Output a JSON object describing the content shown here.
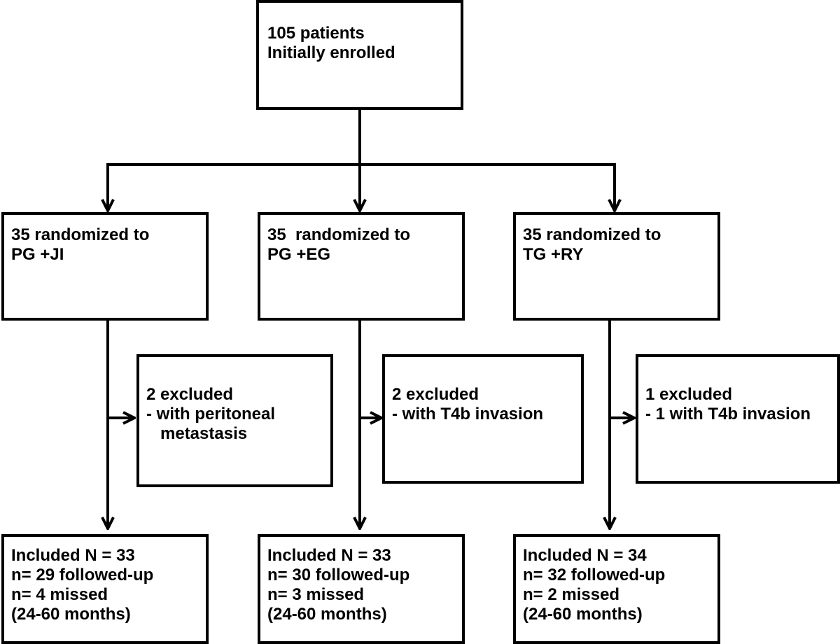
{
  "nodes": {
    "enrolled": {
      "lines": [
        "105 patients",
        "Initially enrolled"
      ]
    },
    "arm_pg_ji": {
      "lines": [
        "35 randomized to",
        "PG +JI"
      ]
    },
    "arm_pg_eg": {
      "lines": [
        "35  randomized to",
        "PG +EG"
      ]
    },
    "arm_tg_ry": {
      "lines": [
        "35 randomized to",
        "TG +RY"
      ]
    },
    "excluded_pg_ji": {
      "lines": [
        "2 excluded",
        "- with peritoneal",
        "   metastasis"
      ]
    },
    "excluded_pg_eg": {
      "lines": [
        "2 excluded",
        "- with T4b invasion"
      ]
    },
    "excluded_tg_ry": {
      "lines": [
        "1 excluded",
        "- 1 with T4b invasion"
      ]
    },
    "included_pg_ji": {
      "lines": [
        "Included N = 33",
        "n= 29 followed-up",
        "n= 4 missed",
        "(24-60 months)"
      ]
    },
    "included_pg_eg": {
      "lines": [
        "Included N = 33",
        "n= 30 followed-up",
        "n= 3 missed",
        "(24-60 months)"
      ]
    },
    "included_tg_ry": {
      "lines": [
        "Included N = 34",
        "n= 32 followed-up",
        "n= 2 missed",
        "(24-60 months)"
      ]
    }
  },
  "edges": [
    {
      "from": "enrolled",
      "to": "arm_pg_ji"
    },
    {
      "from": "enrolled",
      "to": "arm_pg_eg"
    },
    {
      "from": "enrolled",
      "to": "arm_tg_ry"
    },
    {
      "from": "arm_pg_ji",
      "to": "excluded_pg_ji"
    },
    {
      "from": "arm_pg_ji",
      "to": "included_pg_ji"
    },
    {
      "from": "arm_pg_eg",
      "to": "excluded_pg_eg"
    },
    {
      "from": "arm_pg_eg",
      "to": "included_pg_eg"
    },
    {
      "from": "arm_tg_ry",
      "to": "excluded_tg_ry"
    },
    {
      "from": "arm_tg_ry",
      "to": "included_tg_ry"
    }
  ]
}
